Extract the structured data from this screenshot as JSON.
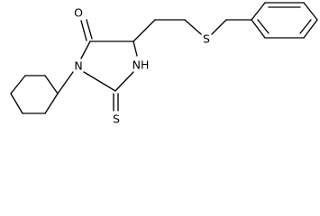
{
  "atoms": {
    "carbonyl_oxygen": "O",
    "ring_nitrogen_1": "N",
    "ring_nitrogen_2": "NH",
    "thione_sulfur": "S",
    "thioether_sulfur": "S"
  }
}
